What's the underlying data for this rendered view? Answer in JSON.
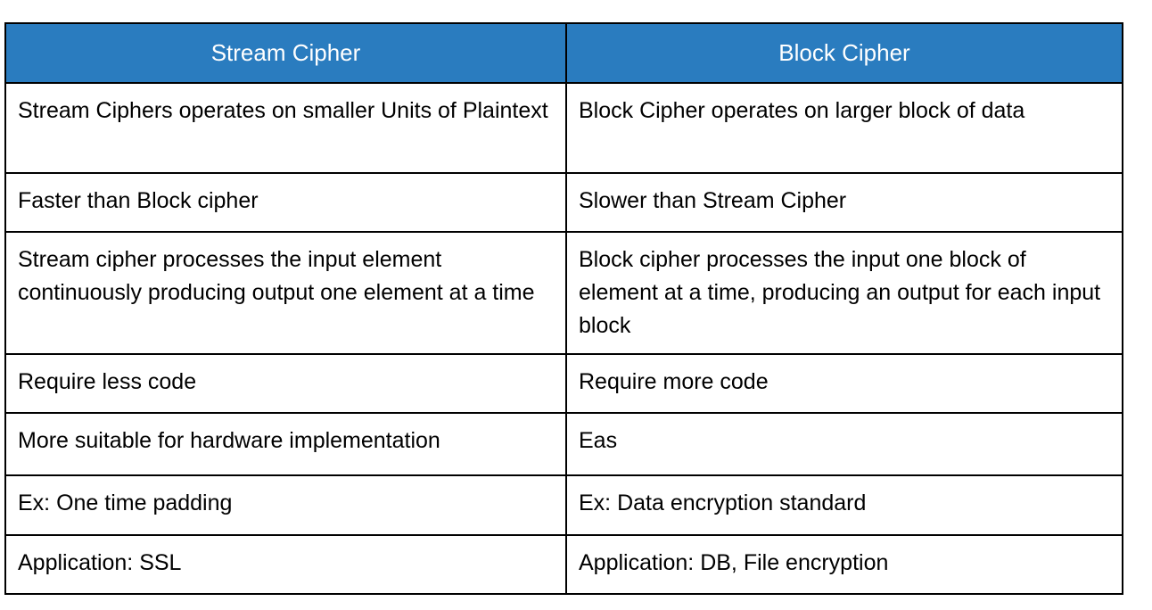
{
  "table": {
    "headers": [
      {
        "label": "Stream Cipher"
      },
      {
        "label": "Block Cipher"
      }
    ],
    "header_background": "#2a7cbf",
    "header_text_color": "#ffffff",
    "border_color": "#000000",
    "body_text_color": "#000000",
    "rows": [
      {
        "stream": "Stream Ciphers operates on smaller Units of Plaintext",
        "block": "Block Cipher operates on larger block of data"
      },
      {
        "stream": "Faster than Block cipher",
        "block": "Slower than Stream Cipher"
      },
      {
        "stream": "Stream cipher processes the input element continuously producing output one element at a time",
        "block": "Block cipher processes the input one block of element at a time, producing an output for each input block"
      },
      {
        "stream": "Require less code",
        "block": "Require more code"
      },
      {
        "stream": "More suitable for hardware implementation",
        "block": "Eas"
      },
      {
        "stream": "Ex: One time padding",
        "block": "Ex: Data encryption standard"
      },
      {
        "stream": "Application: SSL",
        "block": "Application: DB, File encryption"
      }
    ]
  }
}
